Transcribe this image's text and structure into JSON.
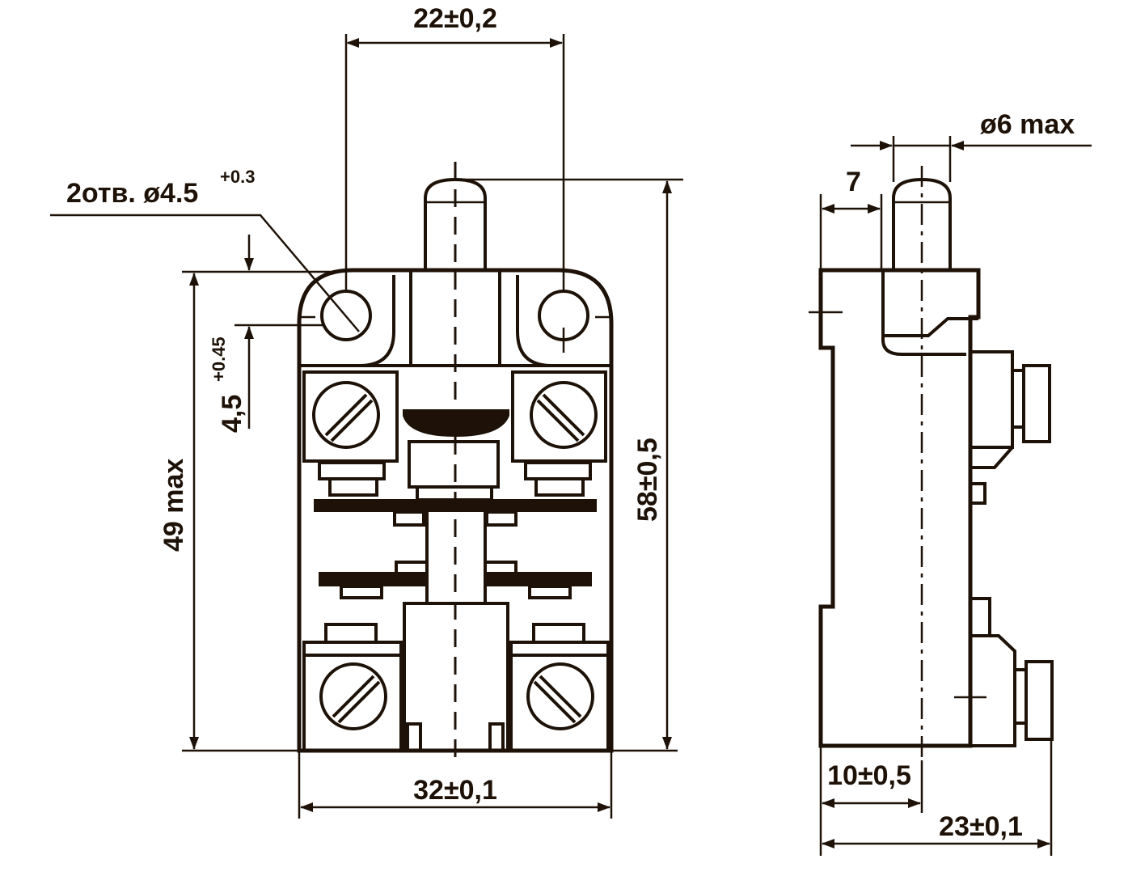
{
  "dimensions": {
    "top_width": "22±0,2",
    "holes_text": "2отв. ø4.5",
    "holes_tol": "+0.3",
    "hole_offset": "4,5",
    "hole_offset_tol": "+0.45",
    "body_height": "49 max",
    "total_height": "58±0,5",
    "base_width": "32±0,1",
    "plunger_dia": "ø6 max",
    "plunger_offset": "7",
    "depth_a": "10±0,5",
    "depth_total": "23±0,1"
  },
  "colors": {
    "ink": "#1e1208",
    "paper": "#ffffff"
  }
}
